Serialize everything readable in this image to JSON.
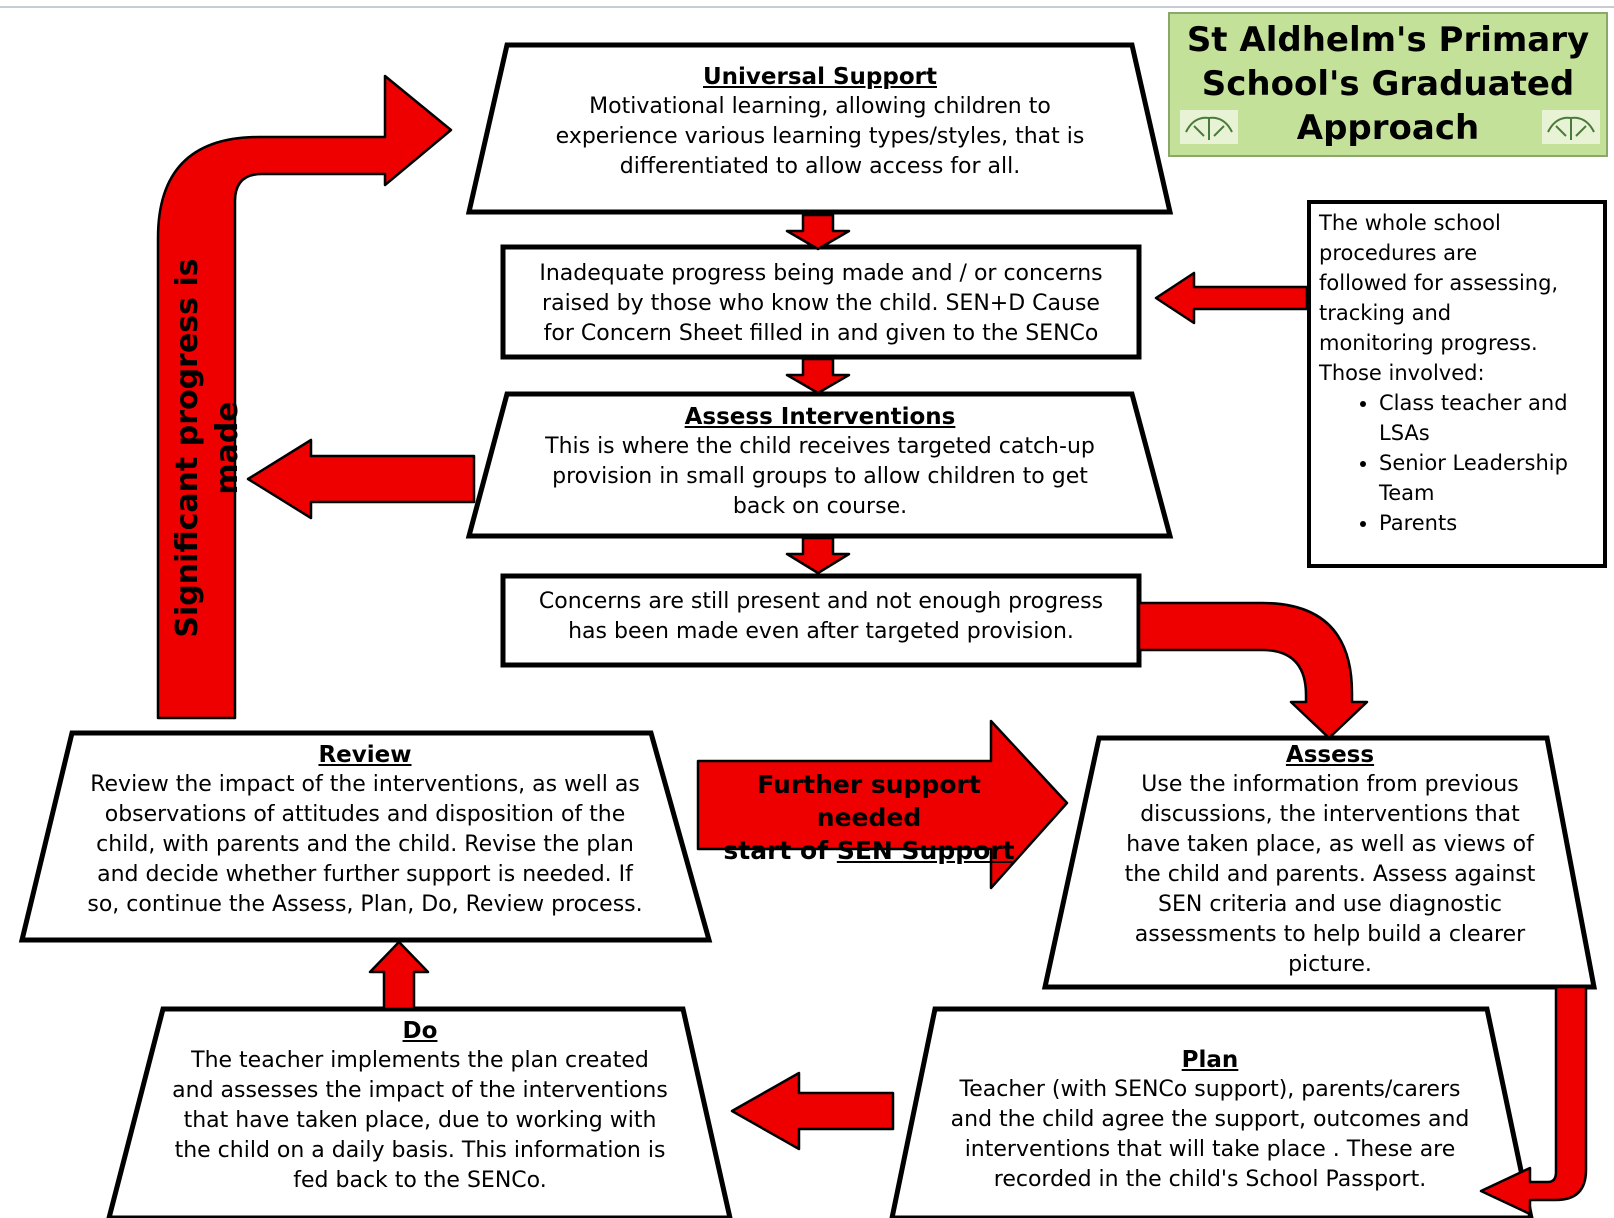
{
  "title": {
    "lines": [
      "St Aldhelm's Primary",
      "School's Graduated",
      "Approach"
    ]
  },
  "universal_support": {
    "heading": "Universal Support",
    "lines": [
      "Motivational learning, allowing children to",
      "experience various learning types/styles, that is",
      "differentiated  to allow access for all."
    ]
  },
  "inadequate_progress": {
    "lines": [
      "Inadequate  progress being made and / or concerns",
      "raised by those who know the child.  SEN+D Cause",
      "for Concern Sheet filled in and given to the  SENCo"
    ]
  },
  "assess_interventions": {
    "heading": "Assess  Interventions",
    "lines": [
      "This is where the child receives targeted  catch-up",
      "provision in small groups to allow children to get",
      "back on course."
    ]
  },
  "concerns_present": {
    "lines": [
      "Concerns are still present  and not enough progress",
      "has been made even after targeted  provision."
    ]
  },
  "whole_school": {
    "lines": [
      "The whole school",
      "procedures are",
      "followed for assessing,",
      "tracking and",
      "monitoring progress.",
      "Those involved:"
    ],
    "items": [
      "Class teacher  and LSAs",
      "Senior Leadership Team",
      "Parents"
    ]
  },
  "significant_progress": {
    "label": "Significant progress is made"
  },
  "further_support": {
    "line1": "Further support needed",
    "line2_prefix": "start of",
    "line2_link": "SEN Support"
  },
  "review": {
    "heading": "Review",
    "lines": [
      "Review the  impact of the  interventions, as well as",
      "observations  of attitudes  and disposition of the",
      "child, with parents  and the child.  Revise the plan",
      "and decide whether further  support  is needed.   If",
      "so, continue the Assess, Plan, Do, Review process."
    ]
  },
  "assess": {
    "heading": "Assess",
    "lines": [
      "Use the  information from previous",
      "discussions, the interventions that",
      "have taken place, as well as views of",
      "the child and parents.  Assess against",
      "SEN criteria and use diagnostic",
      "assessments  to help build  a clearer",
      "picture."
    ]
  },
  "do": {
    "heading": "Do",
    "lines": [
      "The teacher  implements the plan created",
      "and assesses the  impact of the interventions",
      "that  have taken place, due to working with",
      "the child on a daily basis.  This information is",
      "fed  back  to the  SENCo."
    ]
  },
  "plan": {
    "heading": "Plan",
    "lines": [
      "Teacher (with SENCo support), parents/carers",
      "and the child agree the support, outcomes and",
      "interventions  that  will take place .  These are",
      "recorded  in the child's School Passport."
    ]
  },
  "colors": {
    "arrow": "#ee0000",
    "title_bg": "#c4e19a",
    "outline": "#000000"
  }
}
